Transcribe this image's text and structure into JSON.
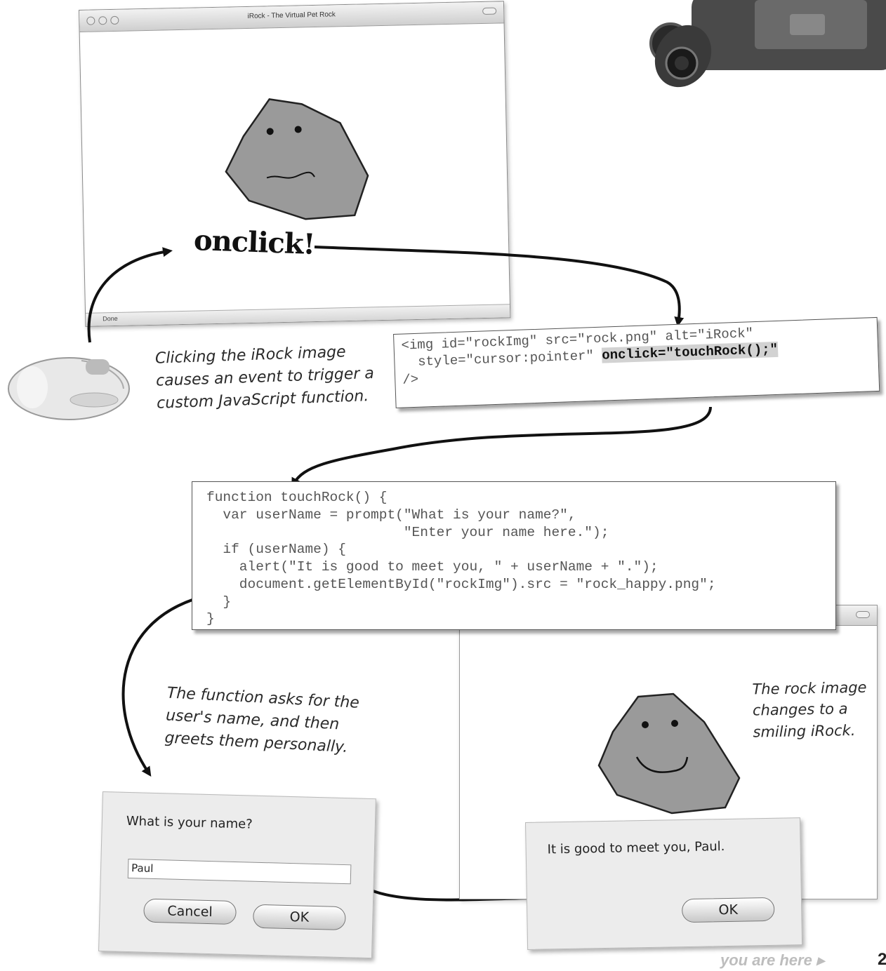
{
  "top_window": {
    "title": "iRock - The Virtual Pet Rock",
    "status": "Done"
  },
  "event_label": "onclick!",
  "notes": {
    "click": "Clicking the iRock image causes an event to trigger a custom JavaScript function.",
    "function": "The function asks for the user's name, and then greets them personally.",
    "rock": "The rock image changes to a smiling iRock."
  },
  "img_code": {
    "line1": "<img id=\"rockImg\" src=\"rock.png\" alt=\"iRock\"",
    "line2_pre": "  style=\"cursor:pointer\" ",
    "line2_highlight": "onclick=\"touchRock();\"",
    "line3": "/>"
  },
  "function_code": [
    "function touchRock() {",
    "  var userName = prompt(\"What is your name?\",",
    "                        \"Enter your name here.\");",
    "  if (userName) {",
    "    alert(\"It is good to meet you, \" + userName + \".\");",
    "    document.getElementById(\"rockImg\").src = \"rock_happy.png\";",
    "  }",
    "}"
  ],
  "prompt_dialog": {
    "question": "What is your name?",
    "input_value": "Paul",
    "cancel_label": "Cancel",
    "ok_label": "OK"
  },
  "alert_dialog": {
    "message": "It is good to meet you, Paul.",
    "ok_label": "OK"
  },
  "footer": {
    "text": "you are here ▸",
    "page": "2"
  }
}
